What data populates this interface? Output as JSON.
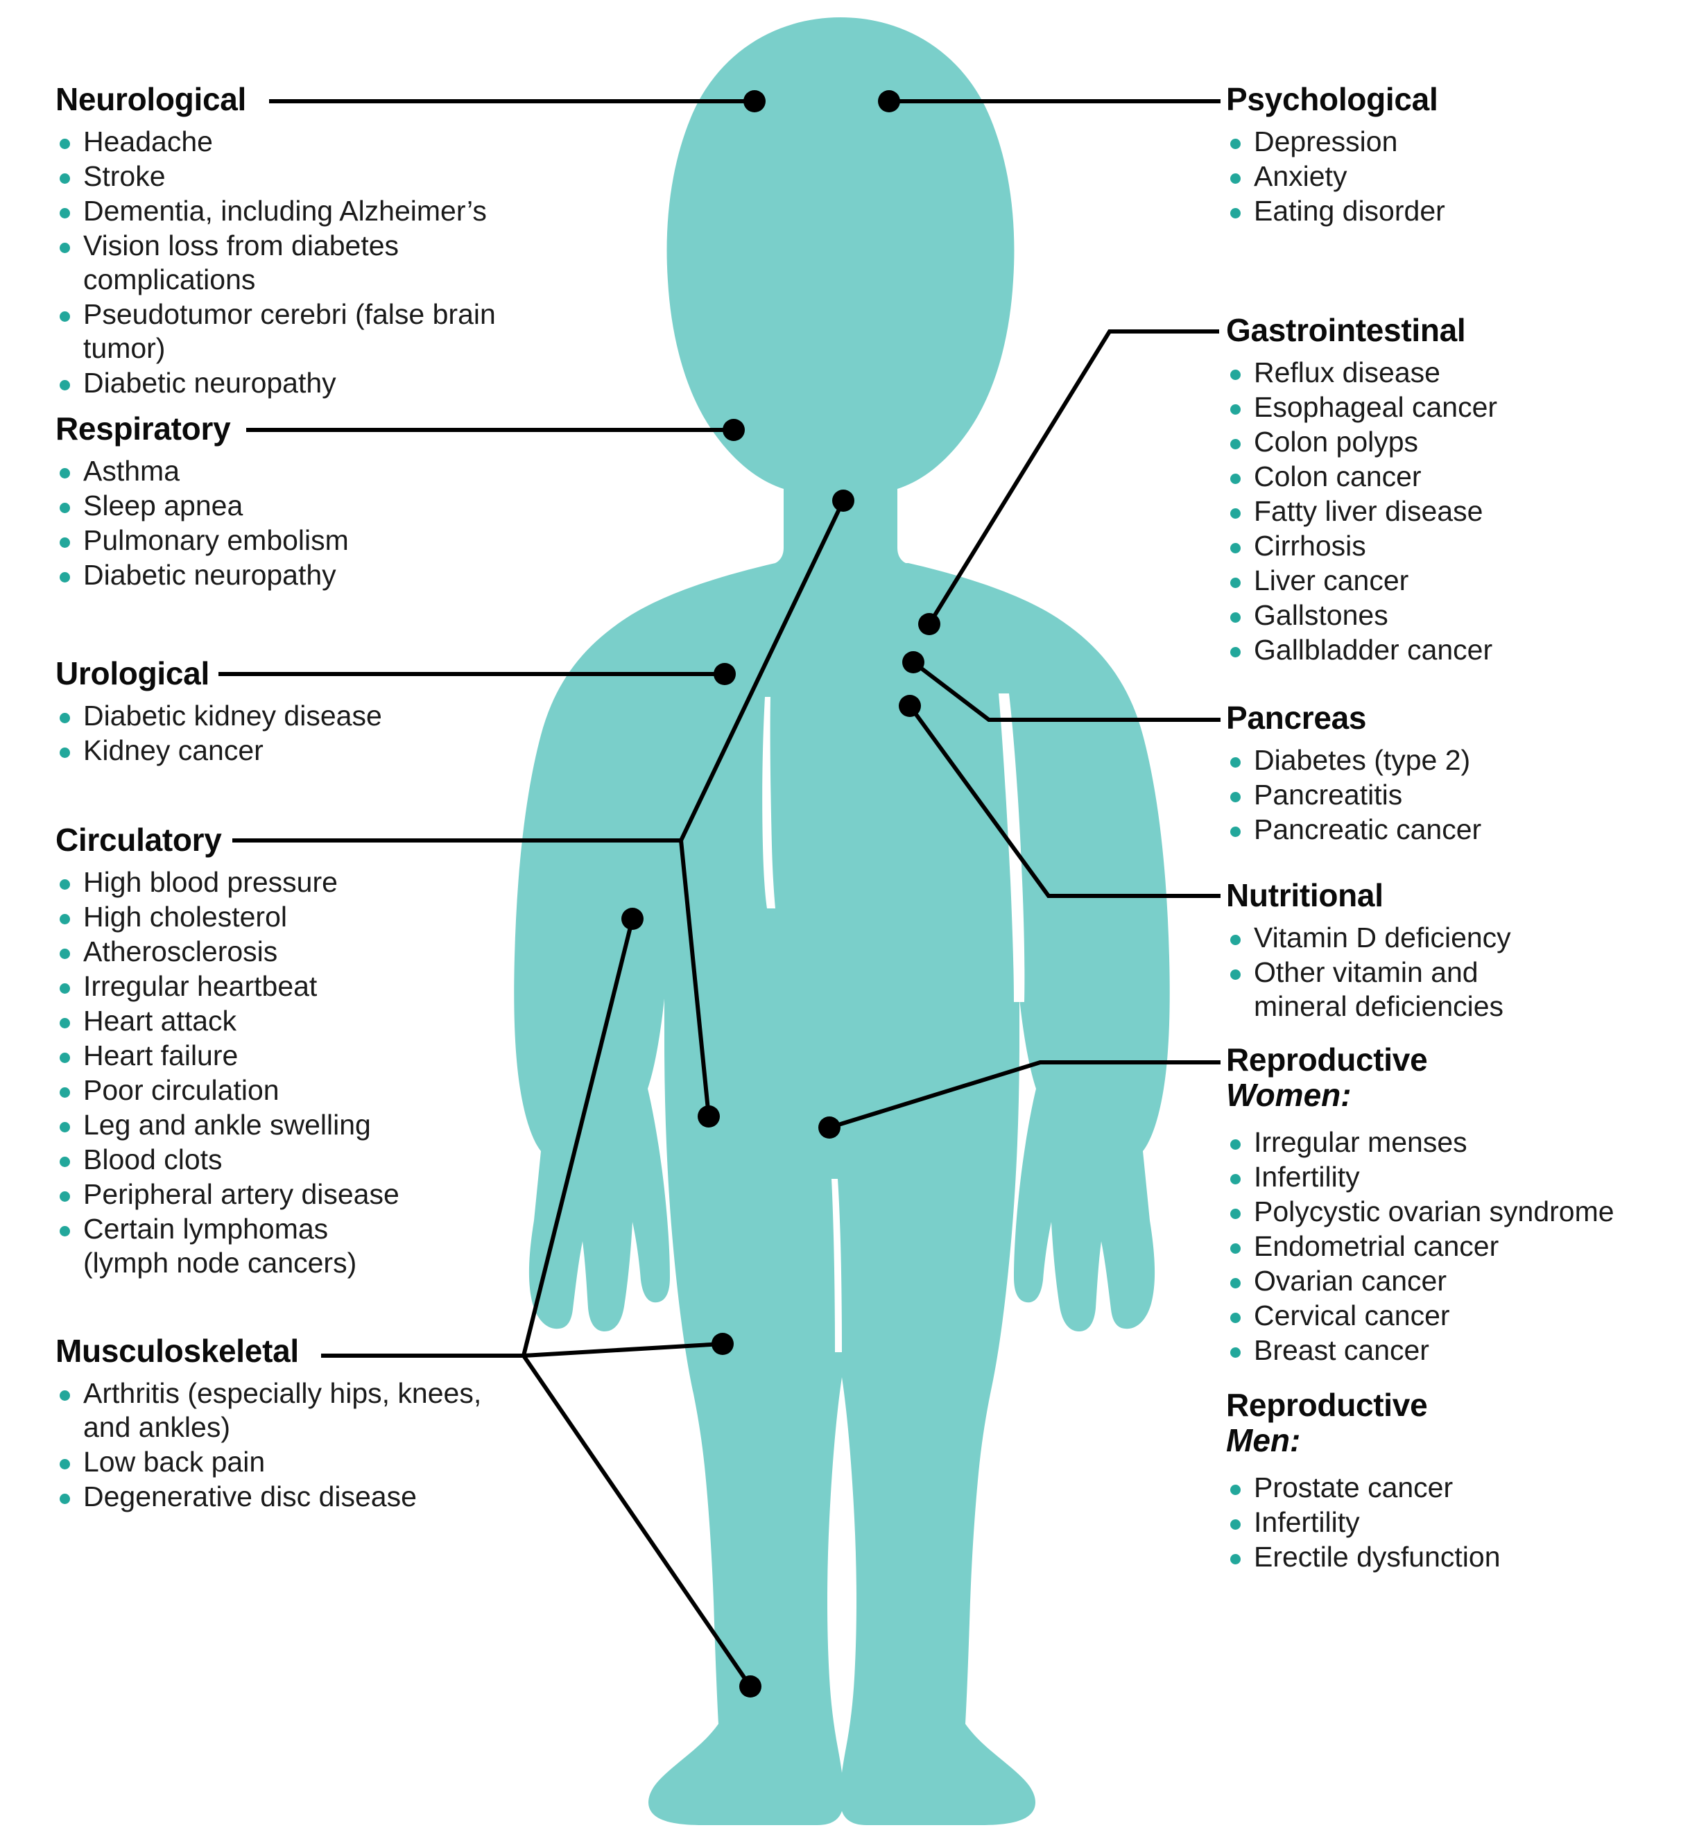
{
  "colors": {
    "silhouette": "#7ACFCA",
    "bullet": "#22a79b",
    "connector": "#000000",
    "heading": "#0a0a0a",
    "body_text": "#1a1a1a",
    "background": "#ffffff"
  },
  "figure": {
    "name": "human-body-silhouette",
    "description": "Teal silhouette of a person, front view, standing"
  },
  "sections": {
    "neurological": {
      "title": "Neurological",
      "items": [
        "Headache",
        "Stroke",
        "Dementia, including Alzheimer’s",
        "Vision loss from diabetes complications",
        "Pseudotumor cerebri (false brain tumor)",
        "Diabetic neuropathy"
      ]
    },
    "respiratory": {
      "title": "Respiratory",
      "items": [
        "Asthma",
        "Sleep apnea",
        "Pulmonary embolism",
        "Diabetic neuropathy"
      ]
    },
    "urological": {
      "title": "Urological",
      "items": [
        "Diabetic kidney disease",
        "Kidney cancer"
      ]
    },
    "circulatory": {
      "title": "Circulatory",
      "items": [
        "High blood pressure",
        "High cholesterol",
        "Atherosclerosis",
        "Irregular heartbeat",
        "Heart attack",
        "Heart failure",
        "Poor circulation",
        "Leg and ankle swelling",
        "Blood clots",
        "Peripheral artery disease"
      ],
      "last_item_line1": "Certain lymphomas",
      "last_item_line2": "(lymph node cancers)"
    },
    "musculoskeletal": {
      "title": "Musculoskeletal",
      "first_item_line1": "Arthritis (especially hips, knees,",
      "first_item_line2": "and ankles)",
      "items": [
        "Low back pain",
        "Degenerative disc disease"
      ]
    },
    "psychological": {
      "title": "Psychological",
      "items": [
        "Depression",
        "Anxiety",
        "Eating disorder"
      ]
    },
    "gastrointestinal": {
      "title": "Gastrointestinal",
      "items": [
        "Reflux disease",
        "Esophageal cancer",
        "Colon polyps",
        "Colon cancer",
        "Fatty liver disease",
        "Cirrhosis",
        "Liver cancer",
        "Gallstones",
        "Gallbladder cancer"
      ]
    },
    "pancreas": {
      "title": "Pancreas",
      "items": [
        "Diabetes (type 2)",
        "Pancreatitis",
        "Pancreatic cancer"
      ]
    },
    "nutritional": {
      "title": "Nutritional",
      "items": [
        "Vitamin D deficiency"
      ],
      "last_item_line1": "Other vitamin and",
      "last_item_line2": "mineral deficiencies"
    },
    "reproductive_women": {
      "title": "Reproductive",
      "subtitle": "Women:",
      "items": [
        "Irregular menses",
        "Infertility",
        "Polycystic ovarian syndrome",
        "Endometrial cancer",
        "Ovarian cancer",
        "Cervical cancer",
        "Breast cancer"
      ]
    },
    "reproductive_men": {
      "title": "Reproductive",
      "subtitle": "Men:",
      "items": [
        "Prostate cancer",
        "Infertility",
        "Erectile dysfunction"
      ]
    }
  }
}
